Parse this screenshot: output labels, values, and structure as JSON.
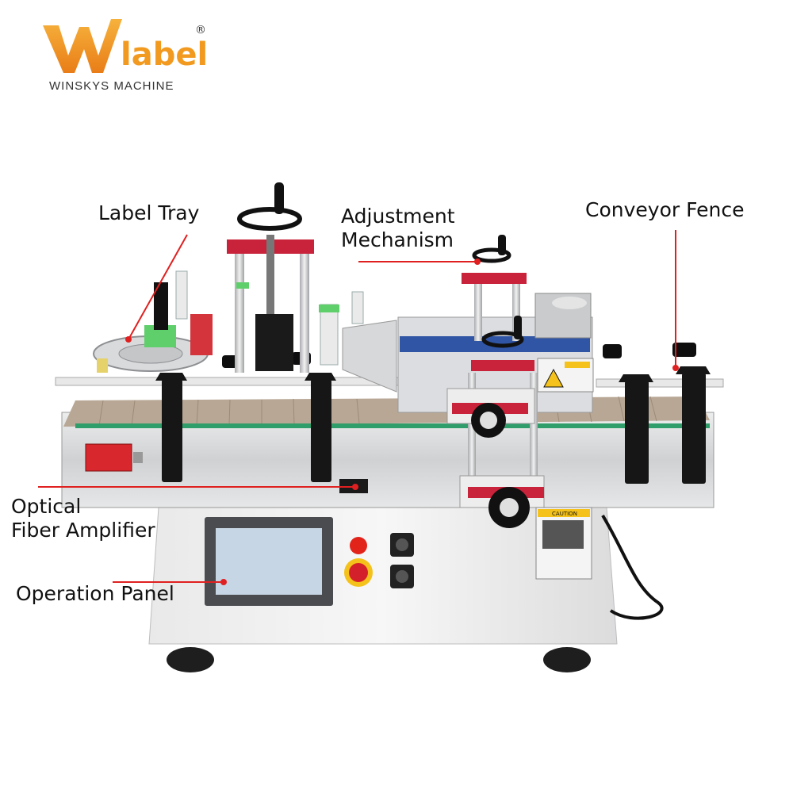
{
  "brand": {
    "mark_letter": "W",
    "name": "label",
    "registered_symbol": "®",
    "subtitle": "WINSKYS MACHINE",
    "colors": {
      "orange": "#f29a1f",
      "text": "#333333"
    }
  },
  "photo": {
    "subject": "desktop round bottle labeling machine",
    "colors": {
      "stainless": "#d9dadc",
      "panel": "#f3f3f3",
      "red_part": "#c8233a",
      "belt": "#b8a795",
      "callout_line": "#e02020"
    }
  },
  "callouts": {
    "label_tray": "Label Tray",
    "adjustment_line1": "Adjustment",
    "adjustment_line2": "Mechanism",
    "conveyor_fence": "Conveyor Fence",
    "optical_line1": "Optical",
    "optical_line2": "Fiber Amplifier",
    "operation_panel": "Operation Panel"
  },
  "warning_labels": {
    "caution_tag": "CAUTION"
  }
}
